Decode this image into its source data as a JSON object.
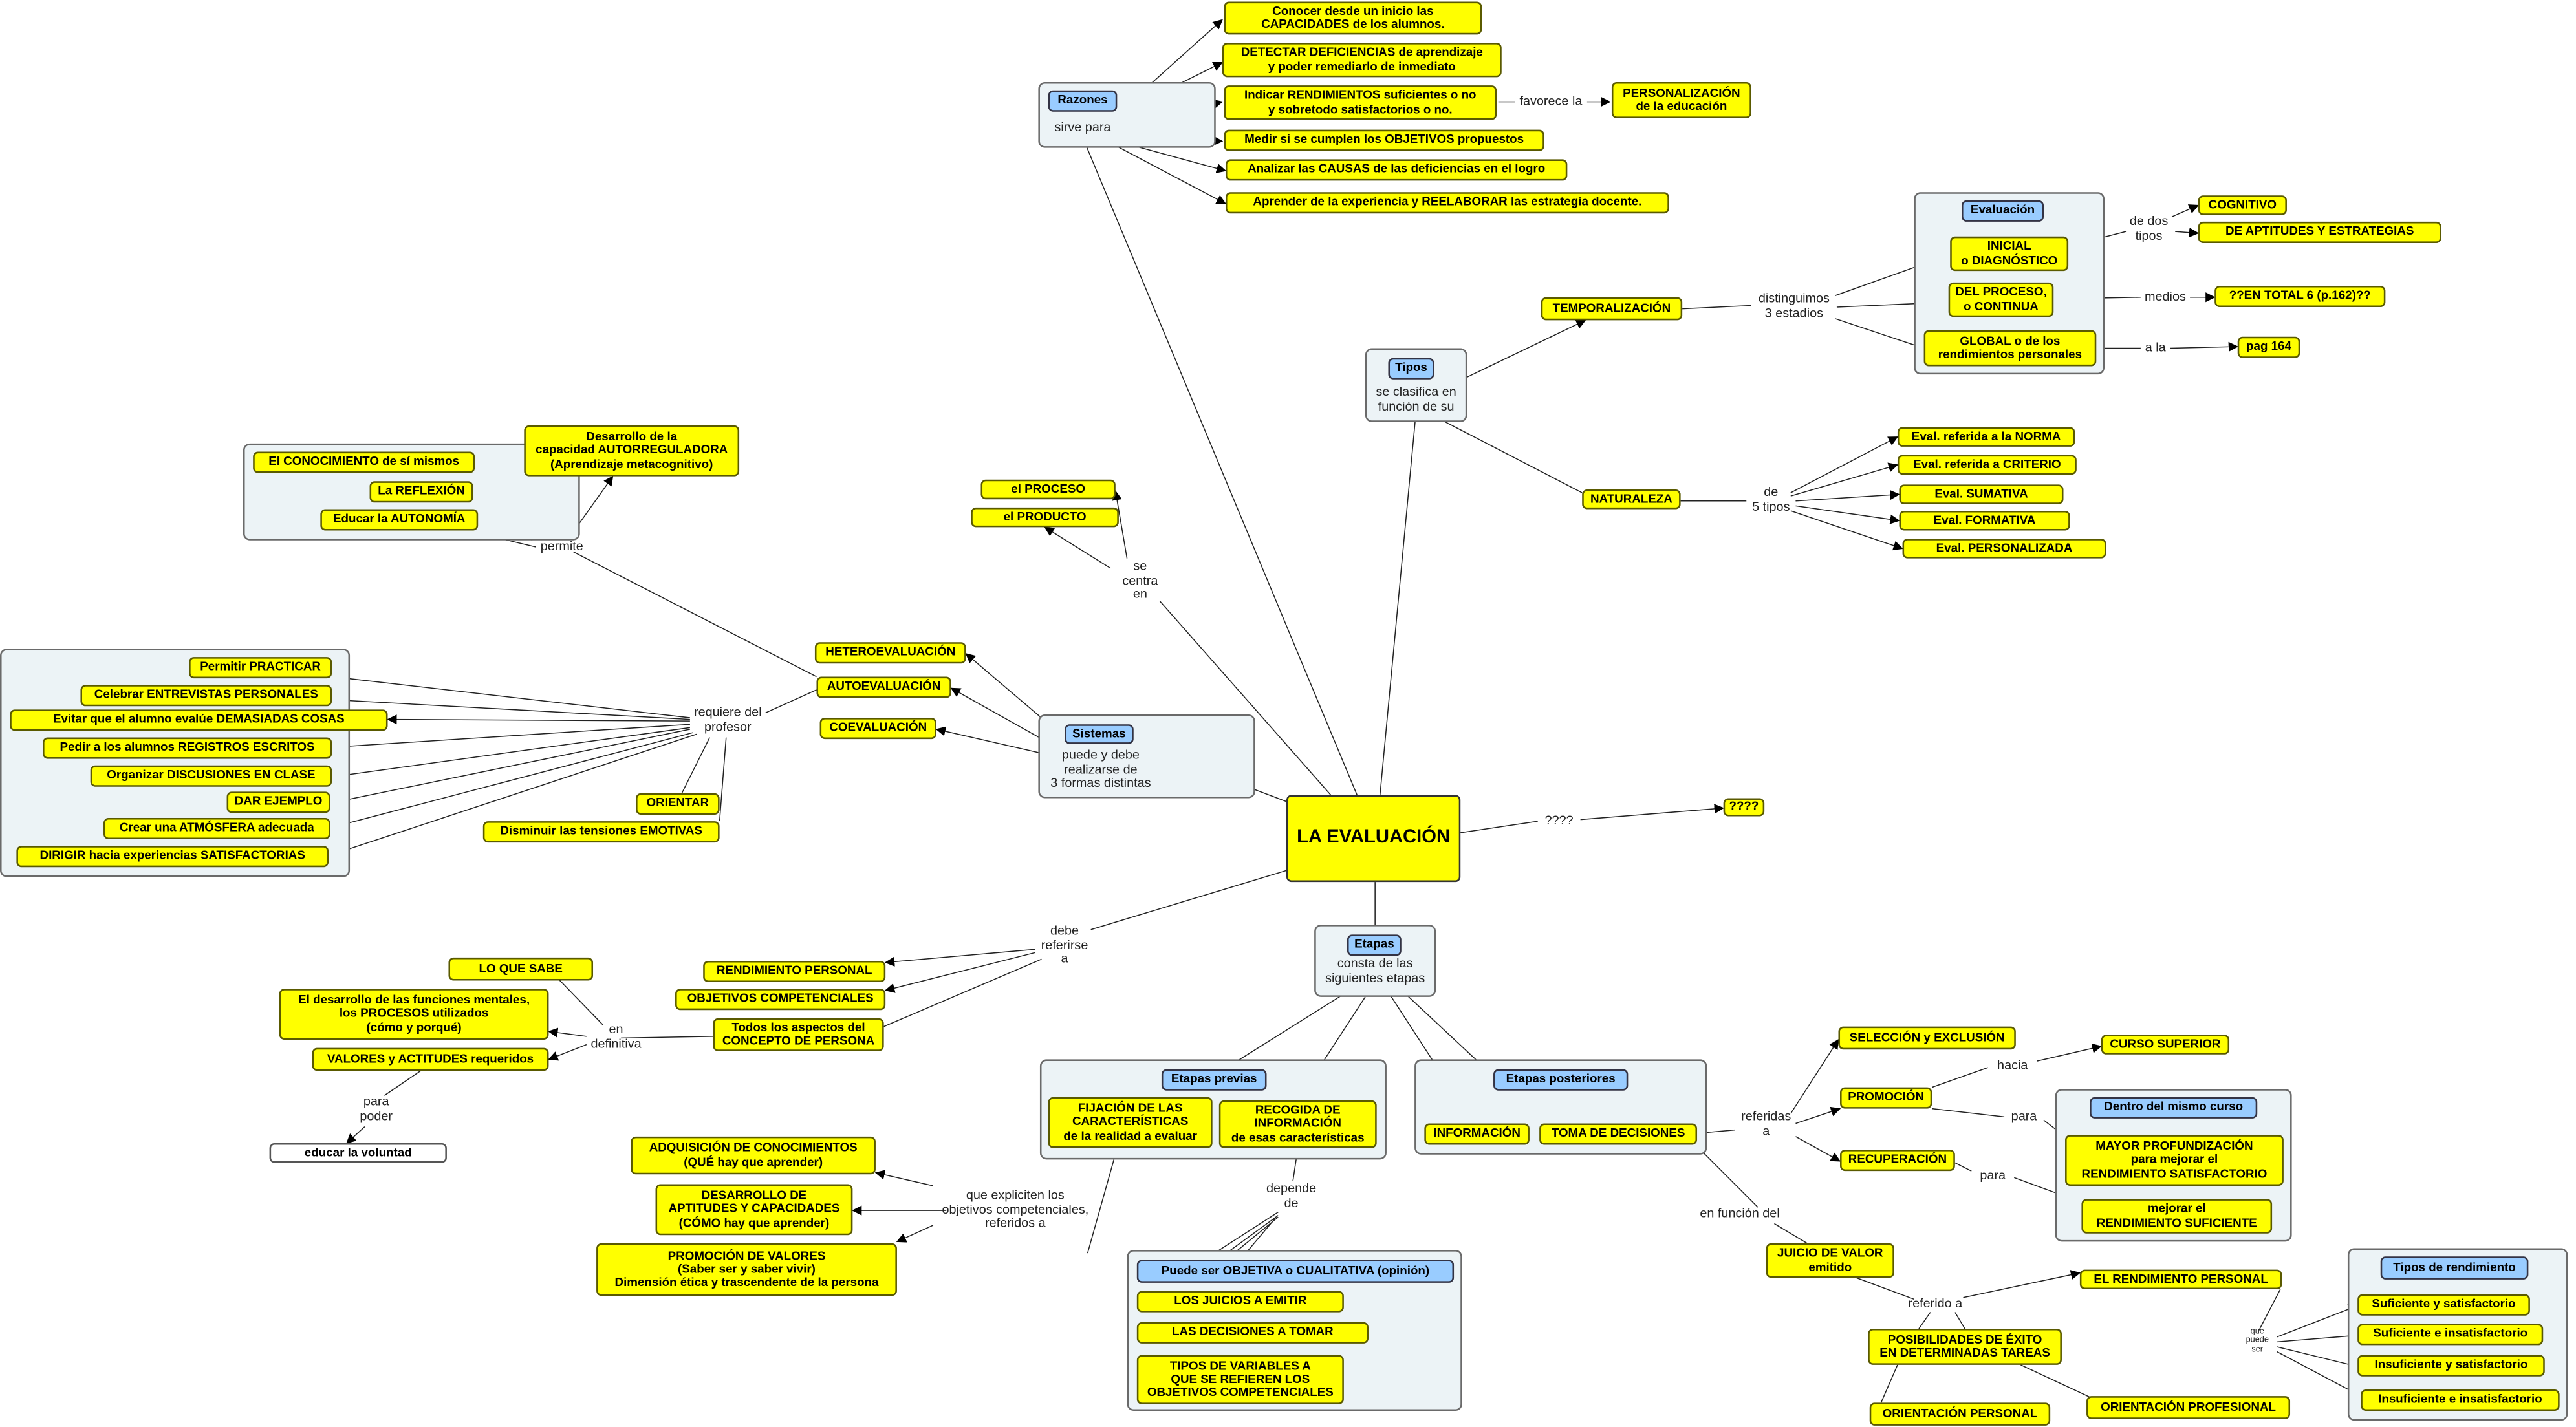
{
  "nodes": {
    "razones": "Razones",
    "sirve_para": "sirve para",
    "c_capacidades": "Conocer desde un inicio las\nCAPACIDADES de los alumnos.",
    "c_deficiencias": "DETECTAR DEFICIENCIAS de aprendizaje\ny poder remediarlo de inmediato",
    "c_rendimientos": "Indicar RENDIMIENTOS suficientes o no\ny sobretodo satisfactorios o no.",
    "favorece_la": "favorece la",
    "c_personalizacion": "PERSONALIZACIÓN\nde la educación",
    "c_objetivos": "Medir si se cumplen los OBJETIVOS propuestos",
    "c_causas": "Analizar las CAUSAS de las deficiencias en el logro",
    "c_reelaborar": "Aprender de la experiencia y REELABORAR las estrategia docente.",
    "tipos": "Tipos",
    "se_clasifica": "se clasifica en\nfunción de su",
    "temporalizacion": "TEMPORALIZACIÓN",
    "distinguimos": "distinguimos\n3 estadios",
    "evaluacion_hdr": "Evaluación",
    "inicial": "INICIAL\no DIAGNÓSTICO",
    "del_proceso": "DEL PROCESO,\no CONTINUA",
    "global": "GLOBAL o de los\nrendimientos personales",
    "de_dos_tipos": "de dos\ntipos",
    "cognitivo": "COGNITIVO",
    "aptitudes": "DE APTITUDES Y ESTRATEGIAS",
    "medios": "medios",
    "en_total": "??EN TOTAL 6 (p.162)??",
    "a_la": "a la",
    "pag164": "pag 164",
    "naturaleza": "NATURALEZA",
    "de_5_tipos": "de\n5 tipos",
    "norma": "Eval. referida a la NORMA",
    "criterio": "Eval. referida a CRITERIO",
    "sumativa": "Eval. SUMATIVA",
    "formativa": "Eval. FORMATIVA",
    "personalizada": "Eval. PERSONALIZADA",
    "se_centra": "se\ncentra\nen",
    "el_proceso": "el PROCESO",
    "el_producto": "el PRODUCTO",
    "permite": "permite",
    "autorreguladora": "Desarrollo de la\ncapacidad AUTORREGULADORA\n(Aprendizaje metacognitivo)",
    "conocimiento": "El CONOCIMIENTO de sí mismos",
    "reflexion": "La REFLEXIÓN",
    "autonomia": "Educar la AUTONOMÍA",
    "sistemas": "Sistemas",
    "puede_debe": "puede y debe\nrealizarse de\n3 formas distintas",
    "hetero": "HETEROEVALUACIÓN",
    "auto": "AUTOEVALUACIÓN",
    "coeval": "COEVALUACIÓN",
    "requiere": "requiere del\nprofesor",
    "practicar": "Permitir PRACTICAR",
    "entrevistas": "Celebrar ENTREVISTAS PERSONALES",
    "demasiadas": "Evitar que el alumno evalúe DEMASIADAS COSAS",
    "registros": "Pedir a los alumnos REGISTROS ESCRITOS",
    "discusiones": "Organizar DISCUSIONES EN CLASE",
    "ejemplo": "DAR EJEMPLO",
    "atmosfera": "Crear una ATMÓSFERA adecuada",
    "satisfactorias": "DIRIGIR hacia experiencias SATISFACTORIAS",
    "orientar": "ORIENTAR",
    "emotivas": "Disminuir las tensiones EMOTIVAS",
    "main": "LA EVALUACIÓN",
    "q_link": "????",
    "q_node": "????",
    "debe_referirse": "debe\nreferirse\na",
    "rend_personal": "RENDIMIENTO PERSONAL",
    "obj_comp": "OBJETIVOS COMPETENCIALES",
    "todos_aspectos": "Todos los aspectos del\nCONCEPTO DE PERSONA",
    "en_definitiva": "en\ndefinitiva",
    "lo_que_sabe": "LO QUE SABE",
    "funciones": "El desarrollo de las funciones mentales,\nlos PROCESOS utilizados\n(cómo y porqué)",
    "valores_act": "VALORES y ACTITUDES requeridos",
    "para_poder": "para\npoder",
    "voluntad": "educar la voluntad",
    "etapas": "Etapas",
    "consta": "consta de las\nsiguientes etapas",
    "etapas_previas": "Etapas previas",
    "fijacion": "FIJACIÓN DE LAS\nCARACTERÍSTICAS\nde la realidad a evaluar",
    "recogida": "RECOGIDA DE\nINFORMACIÓN\nde esas características",
    "etapas_post": "Etapas posteriores",
    "informacion": "INFORMACIÓN",
    "toma": "TOMA DE DECISIONES",
    "expliciten": "que expliciten los\nobjetivos competenciales,\nreferidos a",
    "adquisicion": "ADQUISICIÓN DE CONOCIMIENTOS\n(QUÉ hay que aprender)",
    "desarrollo_apt": "DESARROLLO DE\nAPTITUDES Y CAPACIDADES\n(CÓMO hay que aprender)",
    "promocion_valores": "PROMOCIÓN DE VALORES\n(Saber ser y saber vivir)\nDimensión ética y trascendente de la persona",
    "depende_de": "depende\nde",
    "objetiva": "Puede ser OBJETIVA o CUALITATIVA (opinión)",
    "juicios": "LOS JUICIOS A EMITIR",
    "decisiones": "LAS DECISIONES A TOMAR",
    "variables": "TIPOS DE VARIABLES A\nQUE SE REFIEREN LOS\nOBJETIVOS COMPETENCIALES",
    "referidas_a": "referidas\na",
    "seleccion": "SELECCIÓN y EXCLUSIÓN",
    "promocion": "PROMOCIÓN",
    "recuperacion": "RECUPERACIÓN",
    "hacia": "hacia",
    "curso_sup": "CURSO SUPERIOR",
    "para1": "para",
    "para2": "para",
    "mismo_curso": "Dentro del mismo curso",
    "mayor": "MAYOR PROFUNDIZACIÓN\npara mejorar el\nRENDIMIENTO SATISFACTORIO",
    "mejorar": "mejorar el\nRENDIMIENTO SUFICIENTE",
    "en_funcion": "en función del",
    "juicio_valor": "JUICIO DE VALOR\nemitido",
    "referido_a": "referido a",
    "el_rendimiento": "EL RENDIMIENTO PERSONAL",
    "posibilidades": "POSIBILIDADES DE ÉXITO\nEN DETERMINADAS TAREAS",
    "orient_personal": "ORIENTACIÓN PERSONAL",
    "orient_prof": "ORIENTACIÓN PROFESIONAL",
    "que_puede_ser": "que\npuede\nser",
    "tipos_rend": "Tipos de rendimiento",
    "suf_sat": "Suficiente y satisfactorio",
    "suf_insat": "Suficiente e insatisfactorio",
    "insuf_sat": "Insuficiente y satisfactorio",
    "insuf_insat": "Insuficiente e insatisfactorio"
  },
  "colors": {
    "concept": "#ffff00",
    "header": "#99ccff",
    "group": "#ecf3f6"
  }
}
